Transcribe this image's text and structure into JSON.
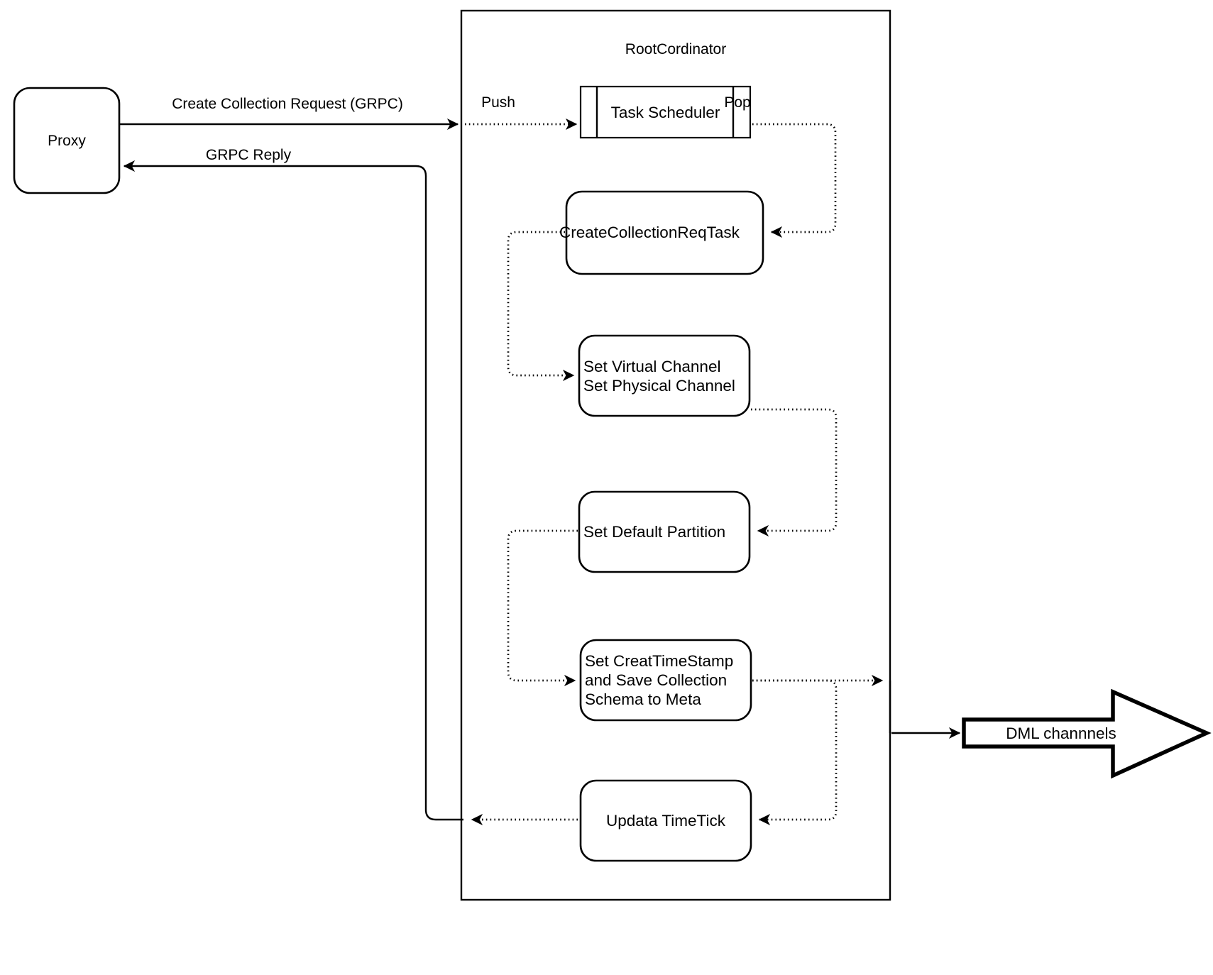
{
  "diagram": {
    "title_container": "RootCordinator",
    "nodes": {
      "proxy": "Proxy",
      "task_scheduler": "Task Scheduler",
      "create_collection_req_task": "CreateCollectionReqTask",
      "set_channel_line1": "Set Virtual Channel",
      "set_channel_line2": "Set Physical Channel",
      "set_default_partition": "Set Default Partition",
      "set_timestamp_line1": "Set CreatTimeStamp",
      "set_timestamp_line2": "and Save Collection",
      "set_timestamp_line3": "Schema to Meta",
      "updata_timetick": "Updata TimeTick",
      "dml_channels": "DML channnels"
    },
    "edge_labels": {
      "create_collection_request": "Create Collection Request (GRPC)",
      "grpc_reply": "GRPC Reply",
      "push": "Push",
      "pop": "Pop"
    },
    "colors": {
      "stroke": "#000000",
      "fill": "#ffffff"
    }
  }
}
